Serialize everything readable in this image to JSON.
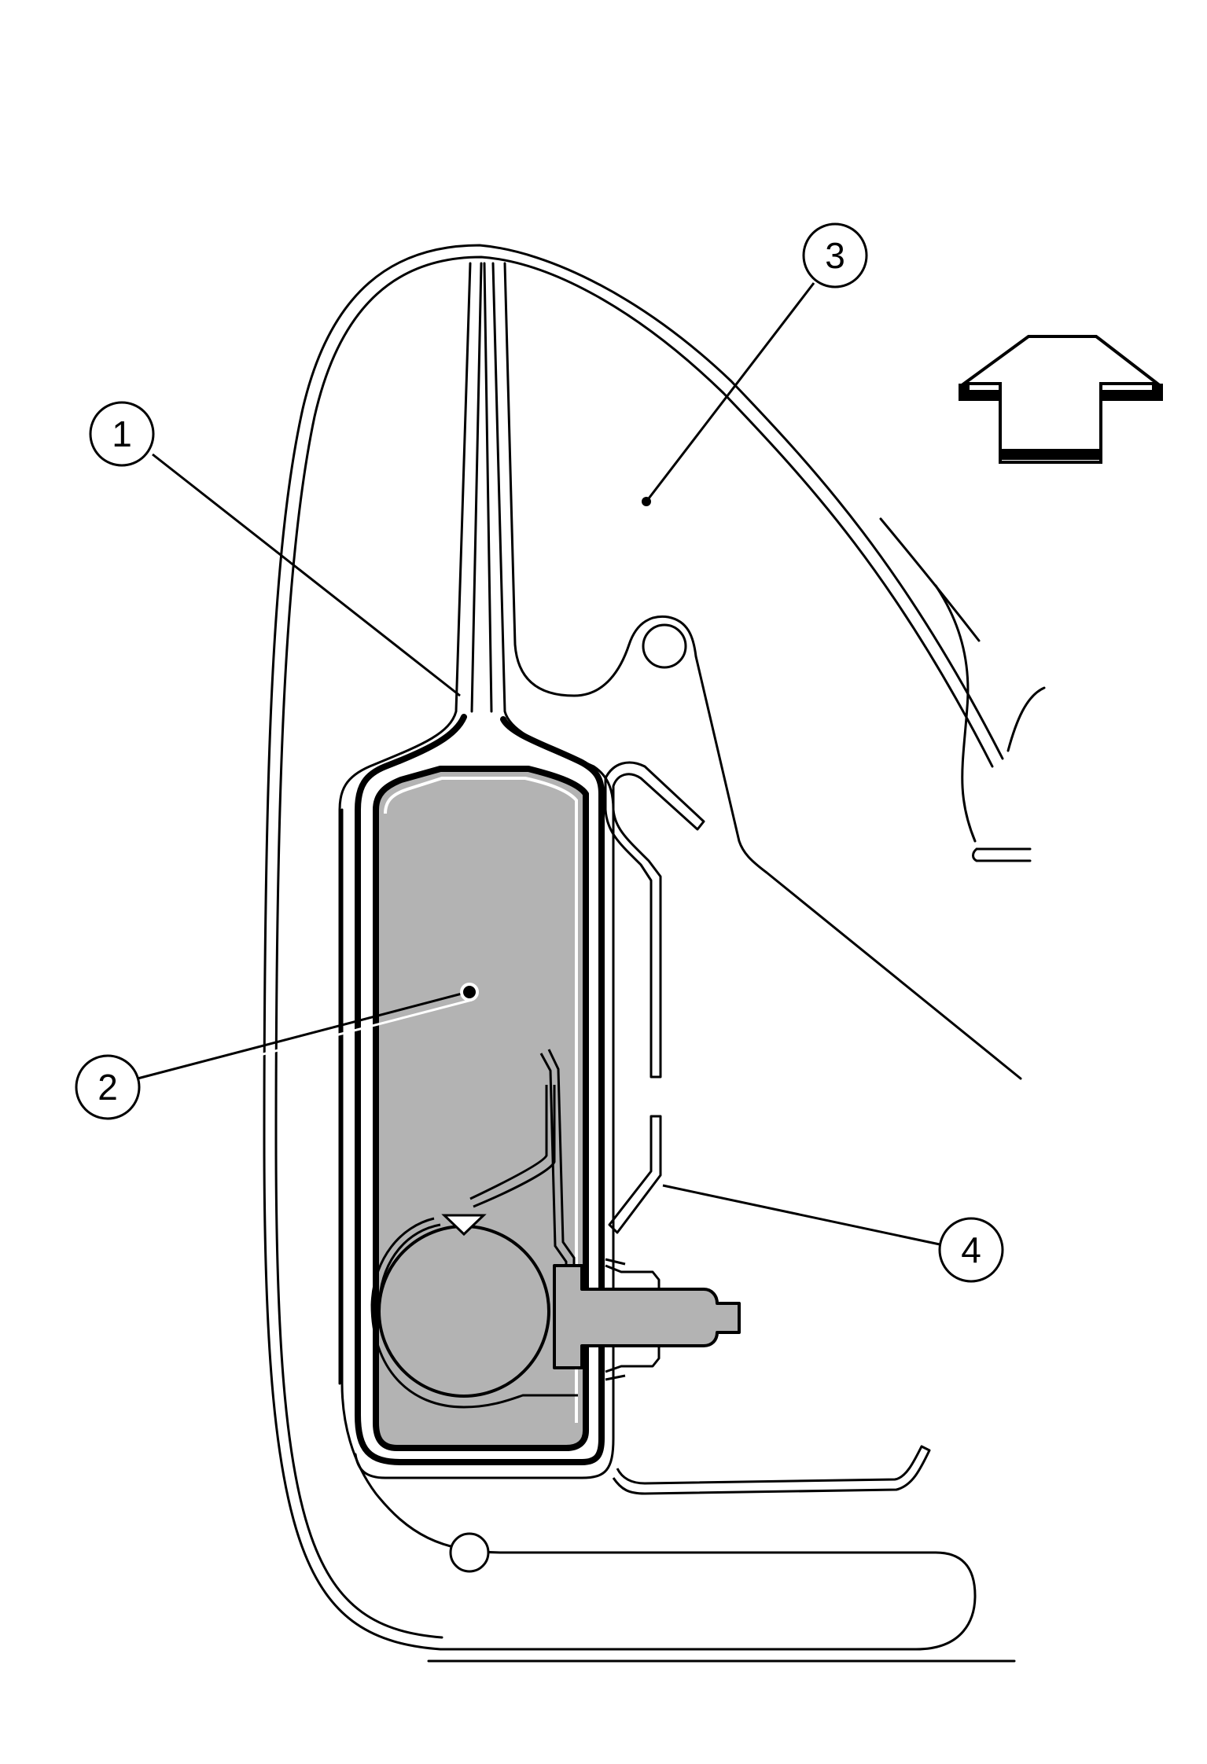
{
  "callouts": {
    "c1": "1",
    "c2": "2",
    "c3": "3",
    "c4": "4"
  },
  "colors": {
    "ink": "#000000",
    "paper": "#ffffff",
    "fill_grey": "#b3b3b3"
  },
  "icons": {
    "direction_arrow": "up-arrow-icon"
  }
}
